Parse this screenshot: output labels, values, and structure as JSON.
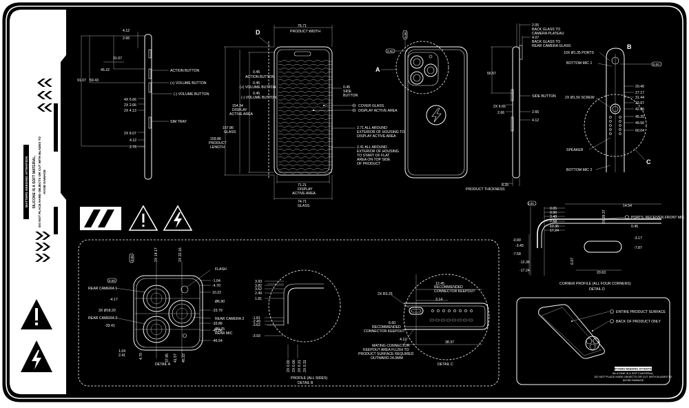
{
  "side_panel": {
    "notice_title": "MATTERS NEEDING ATTENTION",
    "notice_line1": "SILICONE IS A SOFT MATERIAL,",
    "notice_line2": "DO NOT PLACE HARD OBJECTS OR CUT WITH BLADES TO",
    "notice_line3": "AVOID DAMAGE"
  },
  "side_view": {
    "dims": [
      "4.12",
      "2.66",
      "31.67",
      "45.22",
      "59.43",
      "91.07",
      "4X 5.66",
      "2X 2.66",
      "2X 4.13",
      "2X 8.07",
      "4.12",
      "2.76"
    ],
    "labels": [
      "ACTION BUTTON",
      "(+) VOLUME BUTTON",
      "(-) VOLUME BUTTON",
      "SIM TRAY"
    ]
  },
  "front_view": {
    "marker": "D",
    "width_value": "76.71",
    "width_label": "PRODUCT WIDTH",
    "left_dims": [
      "0.45",
      "0.45",
      "0.45"
    ],
    "left_labels": [
      "ACTION BUTTON",
      "(+) VOLUME BUTTON",
      "(-) VOLUME BUTTON"
    ],
    "display_value": "154.34",
    "display_label1": "DISPLAY",
    "display_label2": "ACTIVE AREA",
    "glass_value": "157.86",
    "glass_label": "GLASS",
    "length_value": "159.86",
    "length_label1": "PRODUCT",
    "length_label2": "LENGTH",
    "side_button_value": "0.45",
    "side_button_label1": "SIDE",
    "side_button_label2": "BUTTON",
    "cover_glass": "COVER GLASS",
    "display_area": "DISPLAY ACTIVE AREA",
    "note1_line1": "2.71 ALL AROUND",
    "note1_line2": "EXTERIOR OF HOUSING TO",
    "note1_line3": "DISPLAY ACTIVE AREA",
    "note2_line1": "2.41 ALL AROUND",
    "note2_line2": "EXTERIOR OF HOUSING",
    "note2_line3": "TO START OF FLAT",
    "note2_line4": "AREA ON TOP SIDE",
    "note2_line5": "OF PRODUCT",
    "bottom_display_value": "71.21",
    "bottom_display_label1": "DISPLAY",
    "bottom_display_label2": "ACTIVE AREA",
    "bottom_glass_value": "74.71",
    "bottom_glass_label": "GLASS"
  },
  "back_view": {
    "marker": "A",
    "tags": [
      "0.00",
      "0.00"
    ]
  },
  "thickness_view": {
    "back_glass_plateau1": "2.05",
    "back_glass_plateau2": "BACK GLASS TO",
    "back_glass_plateau3": "CAMERA PLATEAU",
    "back_glass_rear1": "4.07",
    "back_glass_rear2": "BACK GLASS TO",
    "back_glass_rear3": "REAR CAMERA GLASS",
    "dim_left": "56.57",
    "side_button": "SIDE BUTTON",
    "dims": [
      "2X 6.65",
      "2.66",
      "2.66",
      "4.12"
    ],
    "thickness_value": "8.25",
    "thickness_label": "PRODUCT THICKNESS"
  },
  "bottom_view": {
    "marker_b": "B",
    "marker_c": "C",
    "ports": "10X  Ø1.35 PORTS",
    "mic1": "BOTTOM MIC 1",
    "screw": "2X  Ø1.50 SCREW",
    "speaker": "SPEAKER",
    "mic2": "BOTTOM MIC 2",
    "tag": "0.00",
    "dims": [
      "20.40",
      "27.17",
      "31.44",
      "33.67",
      "42.86",
      "45.25",
      "49.56",
      "60.04"
    ]
  },
  "corner_profile": {
    "left_dims": [
      "0.00",
      "0.05",
      "0.90",
      "3.48",
      "7.58",
      "12.36",
      "17.24"
    ],
    "neg_dims": [
      "-0.90",
      "-3.45",
      "-7.58",
      "-12.36",
      "-17.24"
    ],
    "top_dims": [
      "14.54",
      "2X 39.37"
    ],
    "ports_label": "PORTS, RECEIVER,FRONT MIC",
    "right_dims": [
      "0.45",
      "-3.17",
      "-7.87"
    ],
    "bottom_dims": [
      "6.07",
      "20.63"
    ],
    "title1": "CORNER PROFILE (ALL FOUR CORNERS)",
    "title2": "DETAIL D"
  },
  "detail_a": {
    "title": "DETAIL A",
    "flash": "FLASH",
    "rear1": "REAR CAMERA 1",
    "rear2": "REAR CAMERA 2",
    "rear3": "REAR CAMERA 3",
    "diam1": "3X  Ø18.20",
    "diam2": "Ø6.90",
    "diam3": "Ø0.75",
    "rear_mic": "REAR MIC",
    "top_dims": [
      "2X 14.17",
      "2X 22.16"
    ],
    "right_dims": [
      "-1.04",
      "-4.70",
      "10.22",
      "-23.79",
      "-33.86",
      "-42.88",
      "-46.54"
    ],
    "left_dims": [
      "-4.17",
      "-33.41",
      "1.04",
      "2.41"
    ],
    "bottom_dims": [
      "4.70",
      "37.95",
      "41.57",
      "45.22"
    ],
    "tags": [
      "0.00",
      "0.00"
    ]
  },
  "detail_b": {
    "title1": "PROFILE (ALL SIDES)",
    "title2": "DETAIL B",
    "dims": [
      "3.93",
      "3.82",
      "3.62",
      "2.49",
      "1.81",
      "-1.81",
      "-2.49",
      "-3.62",
      "-3.93"
    ],
    "bottom_dims": [
      "2X 0.00",
      "2X 0.06",
      "2X 0.21",
      "2X 0.31"
    ]
  },
  "detail_c": {
    "title": "DETAIL C",
    "keepout1": "12.45",
    "keepout2": "RECOMMENDED",
    "keepout3": "CONNECTOR KEEPOUT",
    "dim1": "3.14",
    "radius": "2X R3.25",
    "reco1": "6.60",
    "reco2": "RECOMMENDED",
    "reco3": "CONNECTOR KEEPOUT",
    "dim2": "4.12",
    "dim3": "38.37",
    "mating1": "MATING CONNECTOR",
    "mating2": "KEEPOUT AREA FLUSH TO",
    "mating3": "PRODUCT SURFACE REQUIRED",
    "mating4": "OUTWARD 24.0MM"
  },
  "surface_box": {
    "entire": "ENTIRE PRODUCT SURFACE",
    "back_only": "BACK OF PRODUCT ONLY",
    "notice_title": "MATTERS NEEDING ATTENTION",
    "notice_line1": "SILICONE IS A SOFT MATERIAL,",
    "notice_line2": "DO NOT PLACE HARD OBJECTS OR CUT WITH BLADES TO",
    "notice_line3": "AVOID DAMAGE"
  }
}
